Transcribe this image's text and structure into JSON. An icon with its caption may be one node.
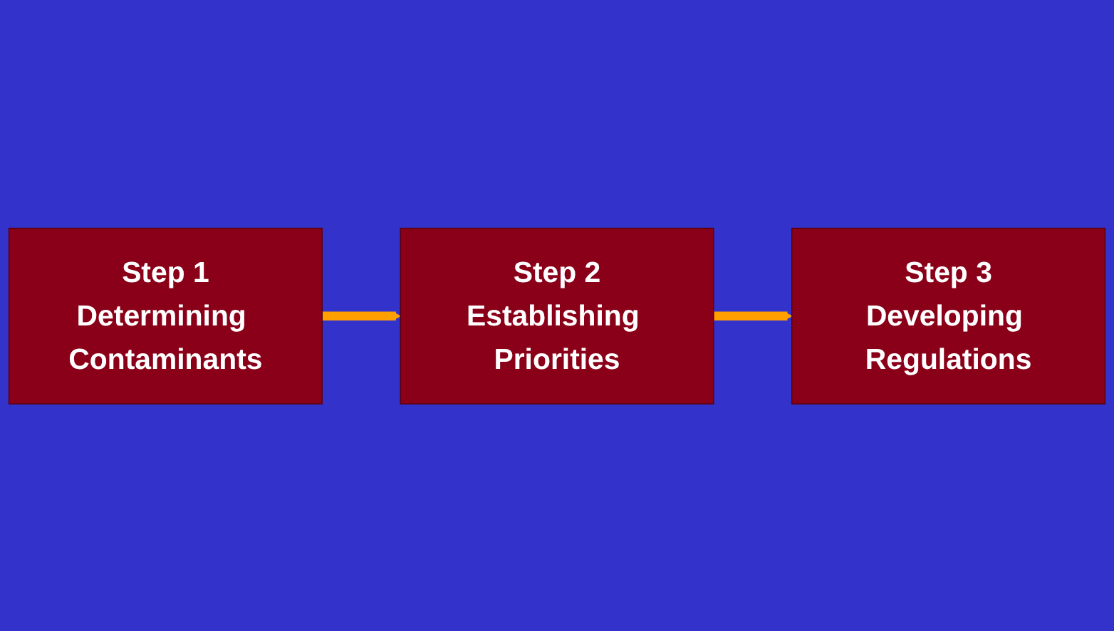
{
  "diagram": {
    "nodes": [
      {
        "text": [
          "Step 1",
          "Determining Contaminants"
        ]
      },
      {
        "text": [
          "Step 2",
          "Establishing Priorities"
        ]
      },
      {
        "text": [
          "Step 3",
          "Developing Regulations"
        ]
      }
    ],
    "edges": [
      {
        "from": 0,
        "to": 1,
        "arrow": "to"
      },
      {
        "from": 1,
        "to": 2,
        "arrow": "to"
      }
    ]
  }
}
